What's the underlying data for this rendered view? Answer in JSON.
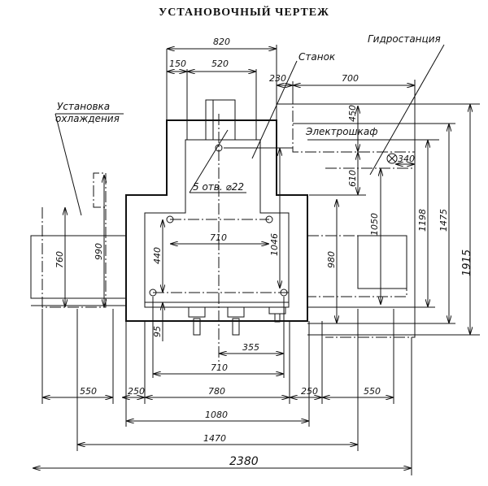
{
  "title": "УСТАНОВОЧНЫЙ ЧЕРТЕЖ",
  "labels": {
    "machine": "Станок",
    "hydro_station": "Гидростанция",
    "cooling_line1": "Установка",
    "cooling_line2": "охлаждения",
    "electrical_cabinet": "Электрошкаф",
    "holes_note": "5 отв. ⌀22"
  },
  "dimensions": {
    "top": [
      "820",
      "150",
      "520",
      "230",
      "700"
    ],
    "right_vertical": [
      "450",
      "610",
      "1050",
      "1198",
      "1475",
      "1915",
      "980"
    ],
    "left_vertical": [
      "760",
      "990"
    ],
    "inner_vertical": [
      "440",
      "1046",
      "95"
    ],
    "inner_horizontal": [
      "710",
      "355",
      "710"
    ],
    "lamp_offset": "340",
    "bottom_row": [
      "550",
      "250",
      "780",
      "250",
      "550"
    ],
    "bottom_totals": [
      "1080",
      "1470",
      "2380"
    ]
  }
}
